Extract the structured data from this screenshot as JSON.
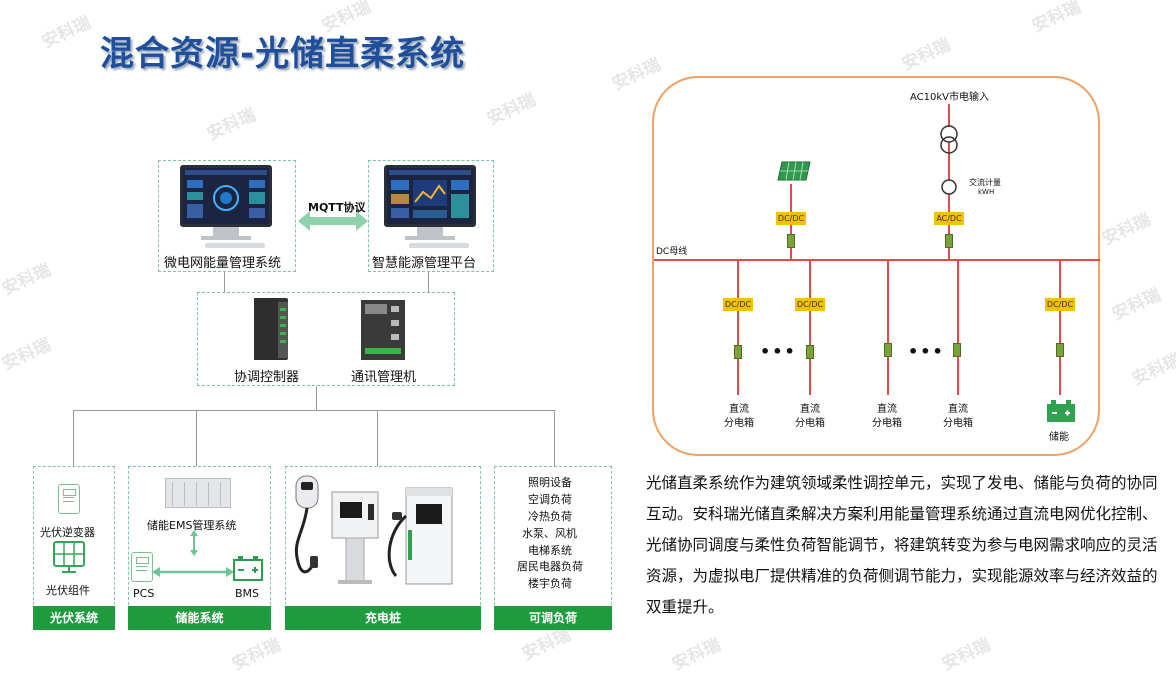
{
  "page_title": "混合资源-光储直柔系统",
  "watermark": "安科瑞",
  "left_diagram": {
    "mqtt_label": "MQTT协议",
    "ems_label": "微电网能量管理系统",
    "platform_label": "智慧能源管理平台",
    "controller_label": "协调控制器",
    "comm_label": "通讯管理机",
    "pv": {
      "inverter_label": "光伏逆变器",
      "module_label": "光伏组件",
      "bar_label": "光伏系统"
    },
    "storage": {
      "ems_label": "储能EMS管理系统",
      "pcs_label": "PCS",
      "bms_label": "BMS",
      "bar_label": "储能系统"
    },
    "charging": {
      "bar_label": "充电桩"
    },
    "loads": {
      "items": [
        "照明设备",
        "空调负荷",
        "冷热负荷",
        "水泵、风机",
        "电梯系统",
        "居民电器负荷",
        "楼宇负荷"
      ],
      "bar_label": "可调负荷"
    }
  },
  "right_diagram": {
    "grid_input": "AC10kV市电输入",
    "meter_label": "交流计量",
    "meter_unit": "kWH",
    "bus_label": "DC母线",
    "pv_converter": "DC/DC",
    "grid_converter": "AC/DC",
    "branch_converter": "DC/DC",
    "ellipsis": "•••",
    "branches": [
      {
        "line1": "直流",
        "line2": "分电箱"
      },
      {
        "line1": "直流",
        "line2": "分电箱"
      },
      {
        "line1": "直流",
        "line2": "分电箱"
      },
      {
        "line1": "直流",
        "line2": "分电箱"
      }
    ],
    "storage_label": "储能"
  },
  "description": "光储直柔系统作为建筑领域柔性调控单元，实现了发电、储能与负荷的协同互动。安科瑞光储直柔解决方案利用能量管理系统通过直流电网优化控制、光储协同调度与柔性负荷智能调节，将建筑转变为参与电网需求响应的灵活资源，为虚拟电厂提供精准的负荷侧调节能力，实现能源效率与经济效益的双重提升。",
  "colors": {
    "title": "#1f4e9a",
    "green_bar": "#1e9b3c",
    "frame_orange": "#f0a060",
    "bus_red": "#e24a4a",
    "converter_yellow": "#f2c200"
  }
}
